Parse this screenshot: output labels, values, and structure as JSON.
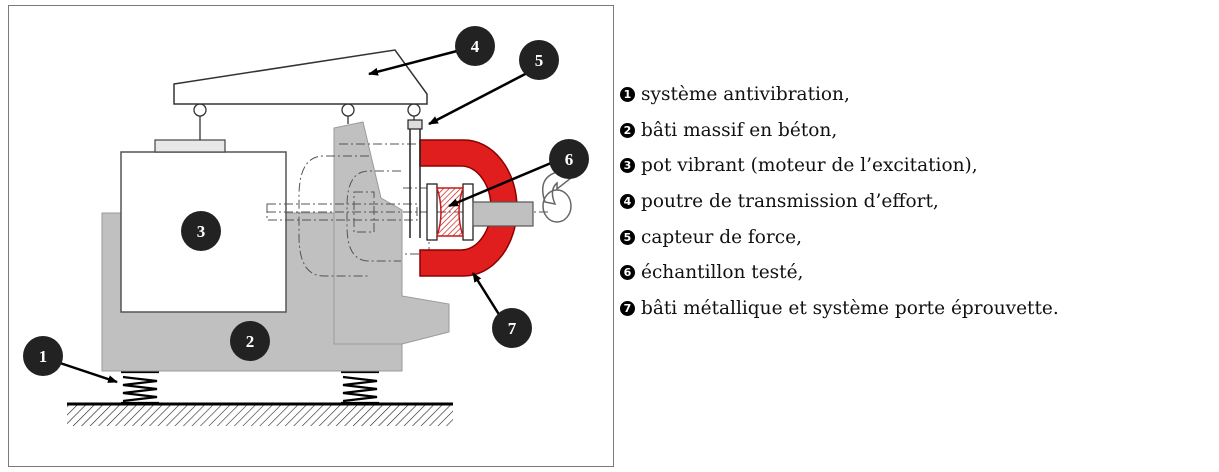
{
  "callouts": [
    "1",
    "2",
    "3",
    "4",
    "5",
    "6",
    "7"
  ],
  "legend": {
    "items": [
      {
        "marker": "1",
        "text": "système antivibration,"
      },
      {
        "marker": "2",
        "text": "bâti massif en béton,"
      },
      {
        "marker": "3",
        "text": "pot vibrant (moteur de l’excitation),"
      },
      {
        "marker": "4",
        "text": "poutre de transmission d’effort,"
      },
      {
        "marker": "5",
        "text": "capteur de force,"
      },
      {
        "marker": "6",
        "text": "échantillon testé,"
      },
      {
        "marker": "7",
        "text": "bâti métallique et système porte éprouvette."
      }
    ]
  },
  "colors": {
    "concrete": "#c0c0c0",
    "sample_frame": "#e01e1e",
    "callout_circle": "#222222"
  }
}
